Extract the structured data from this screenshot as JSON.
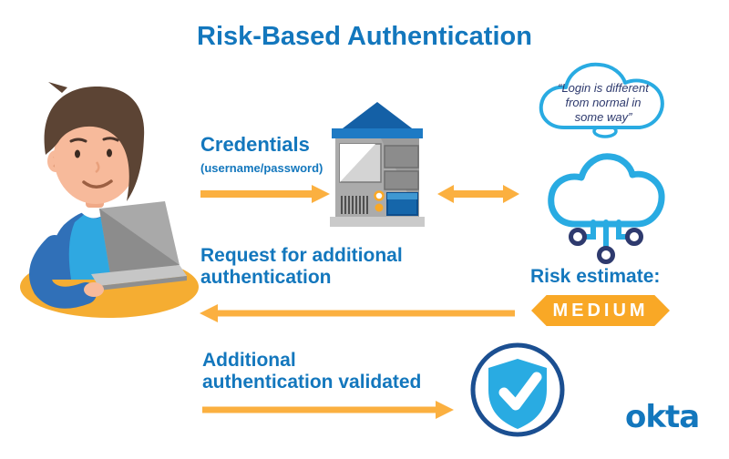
{
  "title": "Risk-Based Authentication",
  "speech_bubble": {
    "lines": [
      "“Login is different",
      "from normal in",
      "some way”"
    ]
  },
  "labels": {
    "credentials": "Credentials",
    "credentials_sub": "(username/password)",
    "request_line1": "Request for additional",
    "request_line2": "authentication",
    "validated_line1": "Additional",
    "validated_line2": "authentication validated",
    "risk_estimate": "Risk estimate:",
    "risk_level": "MEDIUM"
  },
  "logo": {
    "text": "okta"
  },
  "icons": {
    "person": "user-at-laptop-illustration",
    "server": "server-icon",
    "risk_cloud": "cloud-circuit-icon",
    "shield": "shield-check-icon",
    "speech": "speech-cloud-bubble"
  },
  "colors": {
    "brand_blue": "#1377BD",
    "light_blue": "#29ABE2",
    "navy": "#2E3A6E",
    "arrow_orange": "#FBB040",
    "badge_orange": "#F9A826",
    "table_yellow": "#F5AD32",
    "shield_ring_blue": "#1B4F91"
  }
}
